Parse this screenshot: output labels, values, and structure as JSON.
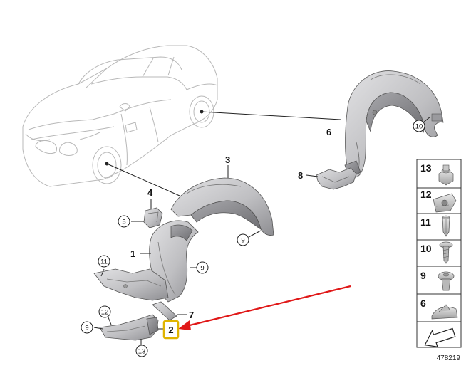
{
  "callouts": {
    "c1": "1",
    "c2": "2",
    "c3": "3",
    "c4": "4",
    "c5": "5",
    "c6": "6",
    "c7": "7",
    "c8": "8",
    "c9a": "9",
    "c9b": "9",
    "c9c": "9",
    "c10": "10",
    "c11": "11",
    "c12": "12",
    "c13": "13"
  },
  "legend": {
    "items": [
      {
        "number": "13",
        "icon": "hex-nut-icon"
      },
      {
        "number": "12",
        "icon": "spring-clip-nut-icon"
      },
      {
        "number": "11",
        "icon": "expanding-rivet-icon"
      },
      {
        "number": "10",
        "icon": "screw-icon"
      },
      {
        "number": "9",
        "icon": "push-rivet-icon"
      },
      {
        "number": "6",
        "icon": "clip-icon"
      }
    ]
  },
  "diagram_id": "478219",
  "colors": {
    "highlight_box": "#e0b400",
    "pointer_arrow": "#e01818",
    "part_fill": "#c9c9cb",
    "car_outline": "#b8b8b8",
    "legend_border": "#333333"
  }
}
